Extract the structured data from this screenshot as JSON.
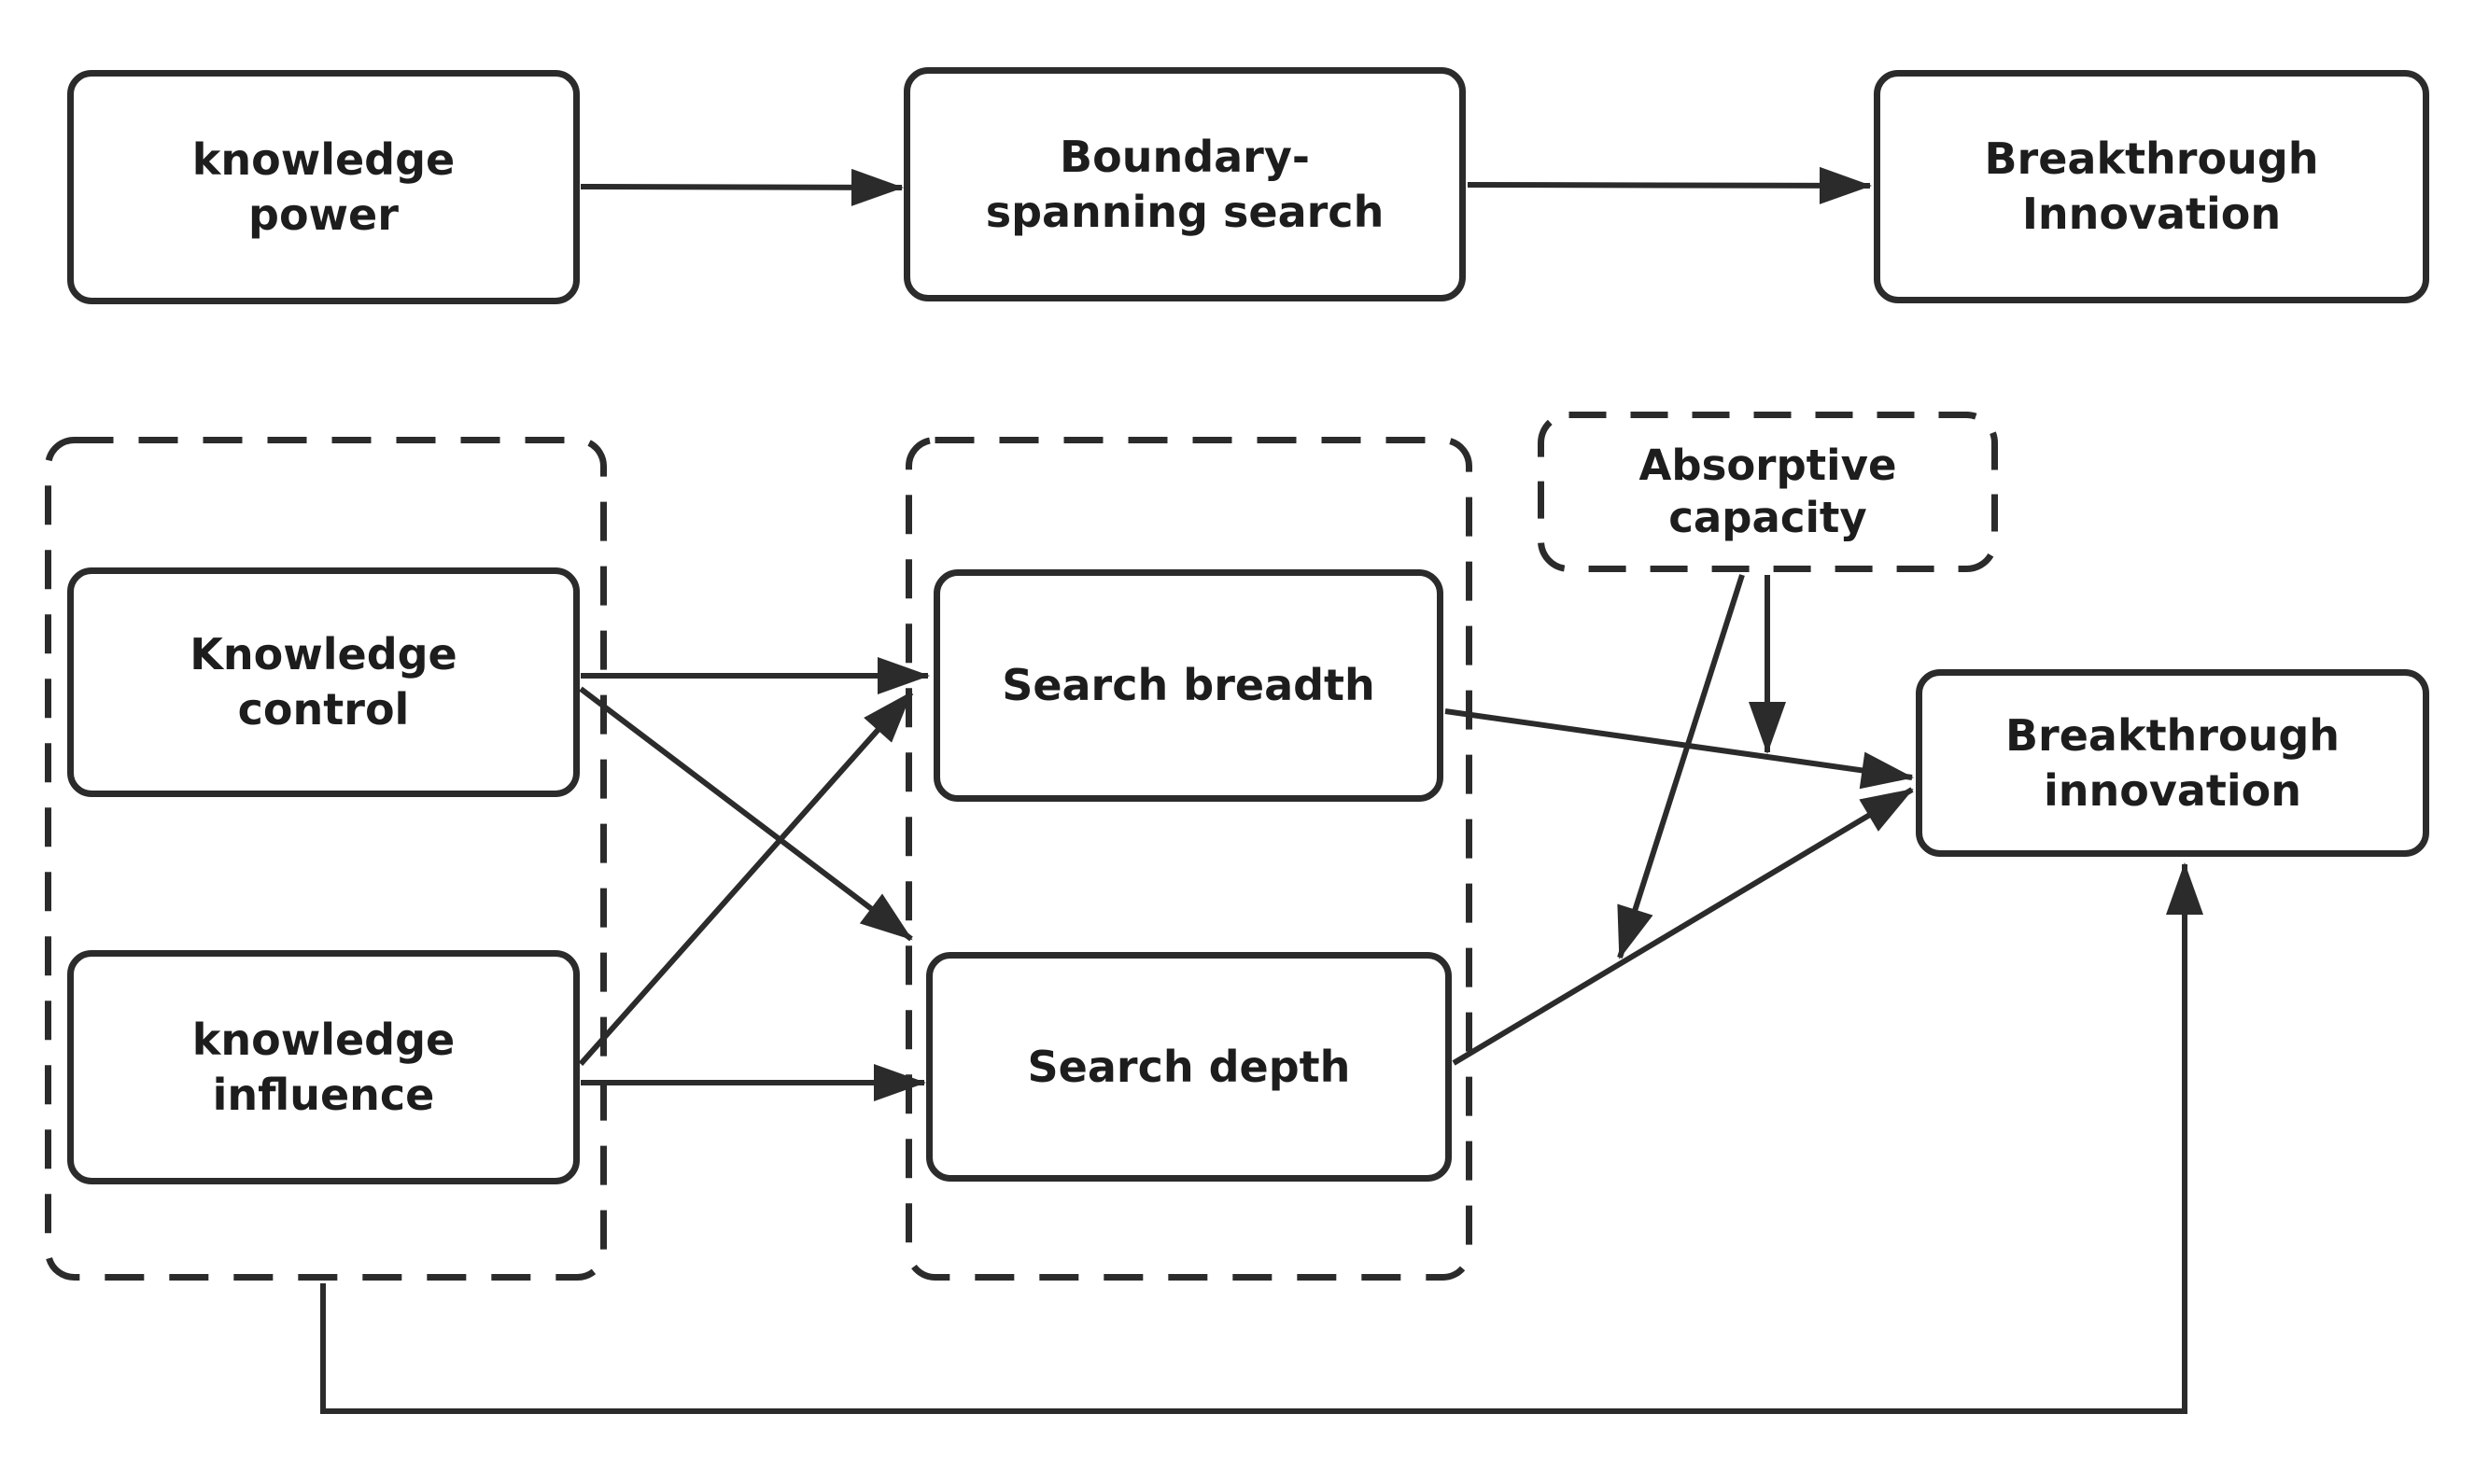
{
  "colors": {
    "stroke": "#2b2b2b",
    "text": "#1d1d1d",
    "background": "#ffffff"
  },
  "boxes": {
    "knowledge_power": {
      "label": "knowledge power",
      "style": "solid"
    },
    "boundary_spanning_search": {
      "label": "Boundary-spanning search",
      "style": "solid"
    },
    "breakthrough_innovation_top": {
      "label": "Breakthrough Innovation",
      "style": "solid"
    },
    "knowledge_control": {
      "label": "Knowledge control",
      "style": "solid"
    },
    "knowledge_influence": {
      "label": "knowledge influence",
      "style": "solid"
    },
    "search_breadth": {
      "label": "Search breadth",
      "style": "solid"
    },
    "search_depth": {
      "label": "Search depth",
      "style": "solid"
    },
    "absorptive_capacity": {
      "label": "Absorptive capacity",
      "style": "dashed"
    },
    "breakthrough_innovation_bottom": {
      "label": "Breakthrough innovation",
      "style": "solid"
    }
  }
}
